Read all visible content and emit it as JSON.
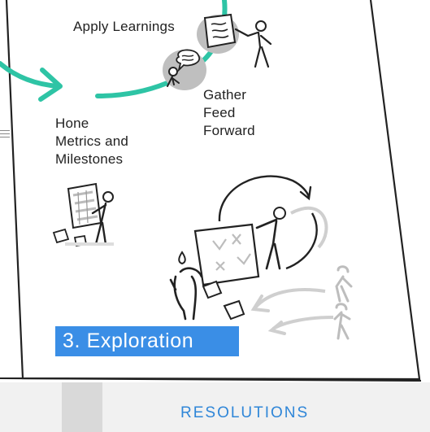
{
  "labels": {
    "apply": "Apply Learnings",
    "gather": "Gather\nFeed\nForward",
    "hone": "Hone\nMetrics and\nMilestones"
  },
  "section": {
    "title": "3. Exploration"
  },
  "footer": {
    "label": "RESOLUTIONS"
  },
  "colors": {
    "accent_teal": "#2ec4a5",
    "badge_blue": "#3a8ee6",
    "footer_blue": "#2f86d8",
    "ink": "#222222"
  }
}
